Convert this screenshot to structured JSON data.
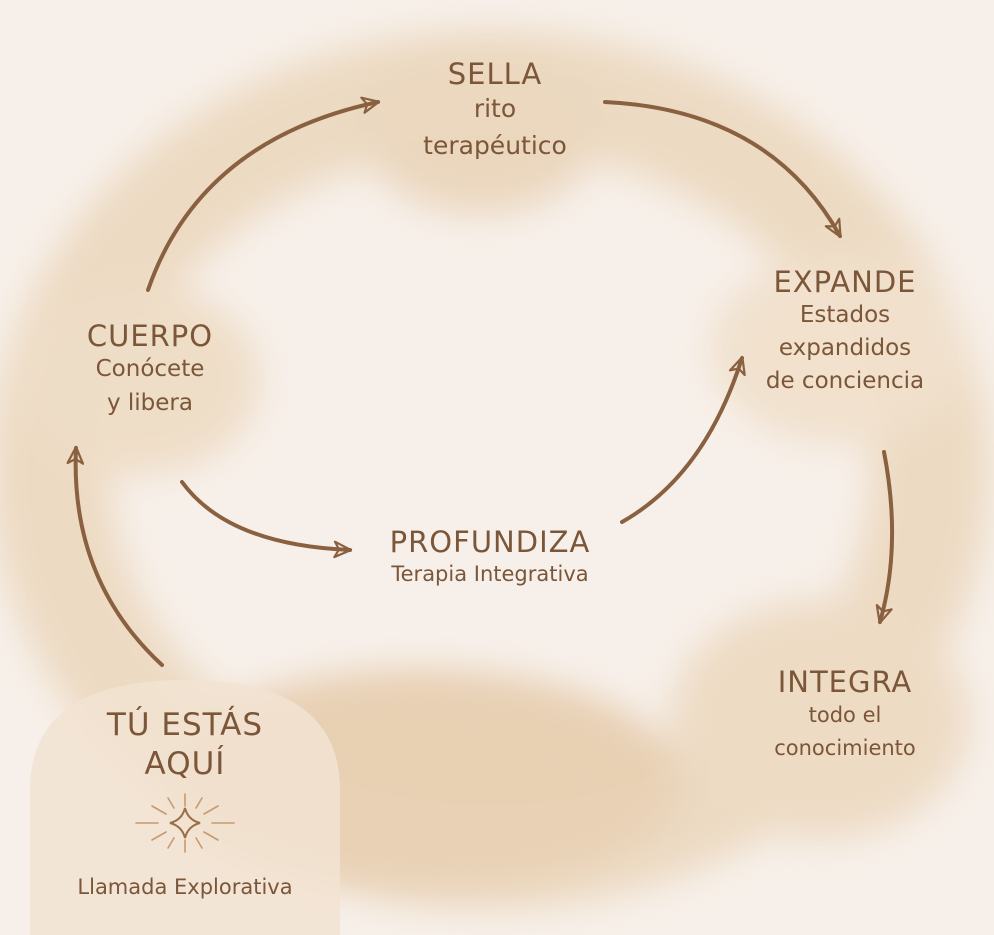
{
  "stages": {
    "sella": {
      "title": "SELLA",
      "subtitle": "rito\nterapéutico"
    },
    "expande": {
      "title": "EXPANDE",
      "subtitle": "Estados\nexpandidos\nde conciencia"
    },
    "cuerpo": {
      "title": "CUERPO",
      "subtitle": "Conócete\ny libera"
    },
    "profundiza": {
      "title": "PROFUNDIZA",
      "subtitle": "Terapia Integrativa"
    },
    "integra": {
      "title": "INTEGRA",
      "subtitle": "todo el\nconocimiento"
    },
    "aqui": {
      "title": "TÚ ESTÁS\nAQUÍ",
      "subtitle": "Llamada Explorativa"
    }
  },
  "icons": {
    "start_marker": "sparkle-star-icon"
  },
  "colors": {
    "background": "#f7f0ea",
    "wash": "#e3c7a4",
    "text": "#7b5638",
    "arrow": "#8a6140"
  }
}
